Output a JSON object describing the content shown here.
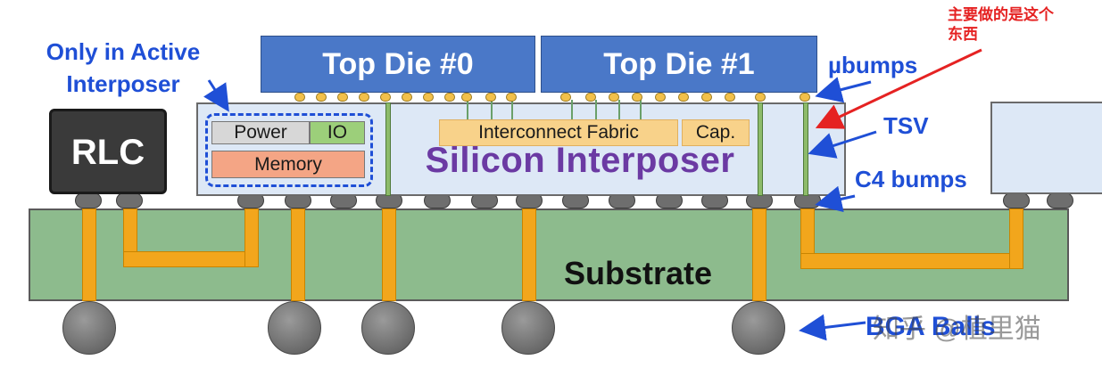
{
  "labels": {
    "active_note": "Only in Active\nInterposer",
    "top_die_0": "Top Die #0",
    "top_die_1": "Top Die #1",
    "rlc": "RLC",
    "power": "Power",
    "io": "IO",
    "memory": "Memory",
    "fabric": "Interconnect Fabric",
    "cap": "Cap.",
    "interposer": "Silicon Interposer",
    "substrate": "Substrate",
    "ubumps": "µbumps",
    "tsv": "TSV",
    "c4": "C4 bumps",
    "bga": "BGA Balls",
    "annotation_cn": "主要做的是这个\n东西",
    "watermark": "知乎 @植里猫"
  },
  "colors": {
    "die_blue": "#4a78c8",
    "interposer_fill": "#dde8f6",
    "interposer_text": "#6b3aa3",
    "substrate_green": "#8dbb8d",
    "trace_orange": "#f2a61c",
    "label_blue": "#1f4fd6",
    "annotation_red": "#e52222"
  }
}
